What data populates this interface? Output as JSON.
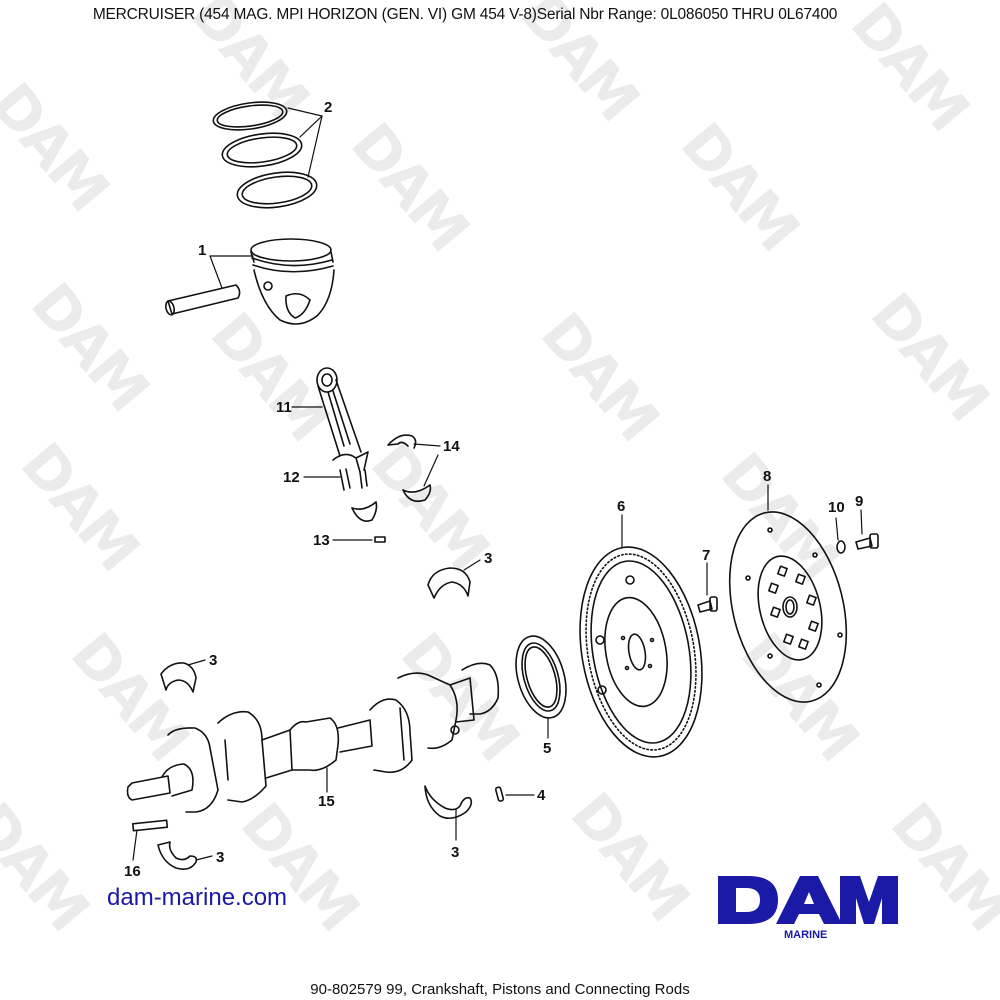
{
  "header": {
    "title": "MERCRUISER (454 MAG. MPI HORIZON (GEN. VI)  GM 454 V-8)Serial Nbr Range: 0L086050 THRU 0L67400"
  },
  "diagram": {
    "name": "Crankshaft, Pistons and Connecting Rods",
    "callouts": [
      {
        "id": "1",
        "part": "piston-and-pin"
      },
      {
        "id": "2",
        "part": "piston-rings"
      },
      {
        "id": "3",
        "part": "main-bearing"
      },
      {
        "id": "4",
        "part": "dowel-pin"
      },
      {
        "id": "5",
        "part": "rear-main-seal"
      },
      {
        "id": "6",
        "part": "flywheel"
      },
      {
        "id": "7",
        "part": "flywheel-bolt"
      },
      {
        "id": "8",
        "part": "drive-plate"
      },
      {
        "id": "9",
        "part": "bolt"
      },
      {
        "id": "10",
        "part": "lockwasher"
      },
      {
        "id": "11",
        "part": "connecting-rod"
      },
      {
        "id": "12",
        "part": "rod-bolt"
      },
      {
        "id": "13",
        "part": "dowel"
      },
      {
        "id": "14",
        "part": "rod-bearing"
      },
      {
        "id": "15",
        "part": "crankshaft"
      },
      {
        "id": "16",
        "part": "pin"
      }
    ],
    "labels": {
      "l1": "1",
      "l2": "2",
      "l3a": "3",
      "l3b": "3",
      "l3c": "3",
      "l3d": "3",
      "l3e": "3",
      "l4": "4",
      "l5": "5",
      "l6": "6",
      "l7": "7",
      "l8": "8",
      "l9": "9",
      "l10": "10",
      "l11": "11",
      "l12": "12",
      "l13": "13",
      "l14": "14",
      "l15": "15",
      "l16": "16"
    }
  },
  "watermark": {
    "text": "DAM",
    "color": "#ebebeb"
  },
  "branding": {
    "website": "dam-marine.com",
    "logo_text": "DAM",
    "logo_subtext": "MARINE",
    "brand_color": "#1a1aa6"
  },
  "footer": {
    "caption": "90-802579 99, Crankshaft, Pistons and Connecting Rods"
  }
}
